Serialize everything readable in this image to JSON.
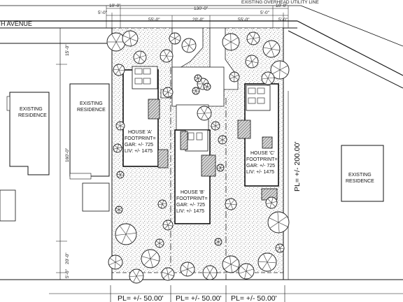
{
  "street": {
    "name": "H AVENUE"
  },
  "header_note": "EXISTING OVERHEAD UTILITY LINE",
  "dimensions": {
    "top_overall": "130'-0\"",
    "top_left_setback": "10'-0\"",
    "top_right_setback": "10'-0\"",
    "top_left_5": "5'-0\"",
    "top_right_5": "5'-0\"",
    "top_left_55": "55'-0\"",
    "top_mid_20": "20'-0\"",
    "top_right_55": "55'-0\"",
    "right_small_5": "5'-0\"",
    "left_front_15": "15'-0\"",
    "left_depth_160": "160'-0\"",
    "left_rear_20": "20'-0\"",
    "left_rear_5": "5'-0\""
  },
  "neighbors": [
    {
      "label_line1": "EXISTING",
      "label_line2": "RESIDENCE"
    },
    {
      "label_line1": "EXISTING",
      "label_line2": "RESIDENCE"
    },
    {
      "label_line1": "EXISTING",
      "label_line2": "RESIDENCE"
    }
  ],
  "houses": [
    {
      "title": "HOUSE 'A'",
      "line2": "FOOTPRINT=",
      "gar": "GAR: +/- 725",
      "liv": "LIV: +/- 1475"
    },
    {
      "title": "HOUSE 'B'",
      "line2": "FOOTPRINT=",
      "gar": "GAR: +/- 725",
      "liv": "LIV: +/- 1475"
    },
    {
      "title": "HOUSE 'C'",
      "line2": "FOOTPRINT=",
      "gar": "GAR: +/- 725",
      "liv": "LIV: +/- 1475"
    }
  ],
  "property_lines": {
    "side": "PL= +/- 200.00'",
    "bottom_1": "PL= +/- 50.00'",
    "bottom_2": "PL= +/- 50.00'",
    "bottom_3": "PL= +/- 50.00'"
  },
  "colors": {
    "line": "#1a1a1a",
    "hatch": "#555555",
    "stipple": "#8a8a8a",
    "paper": "#ffffff"
  }
}
